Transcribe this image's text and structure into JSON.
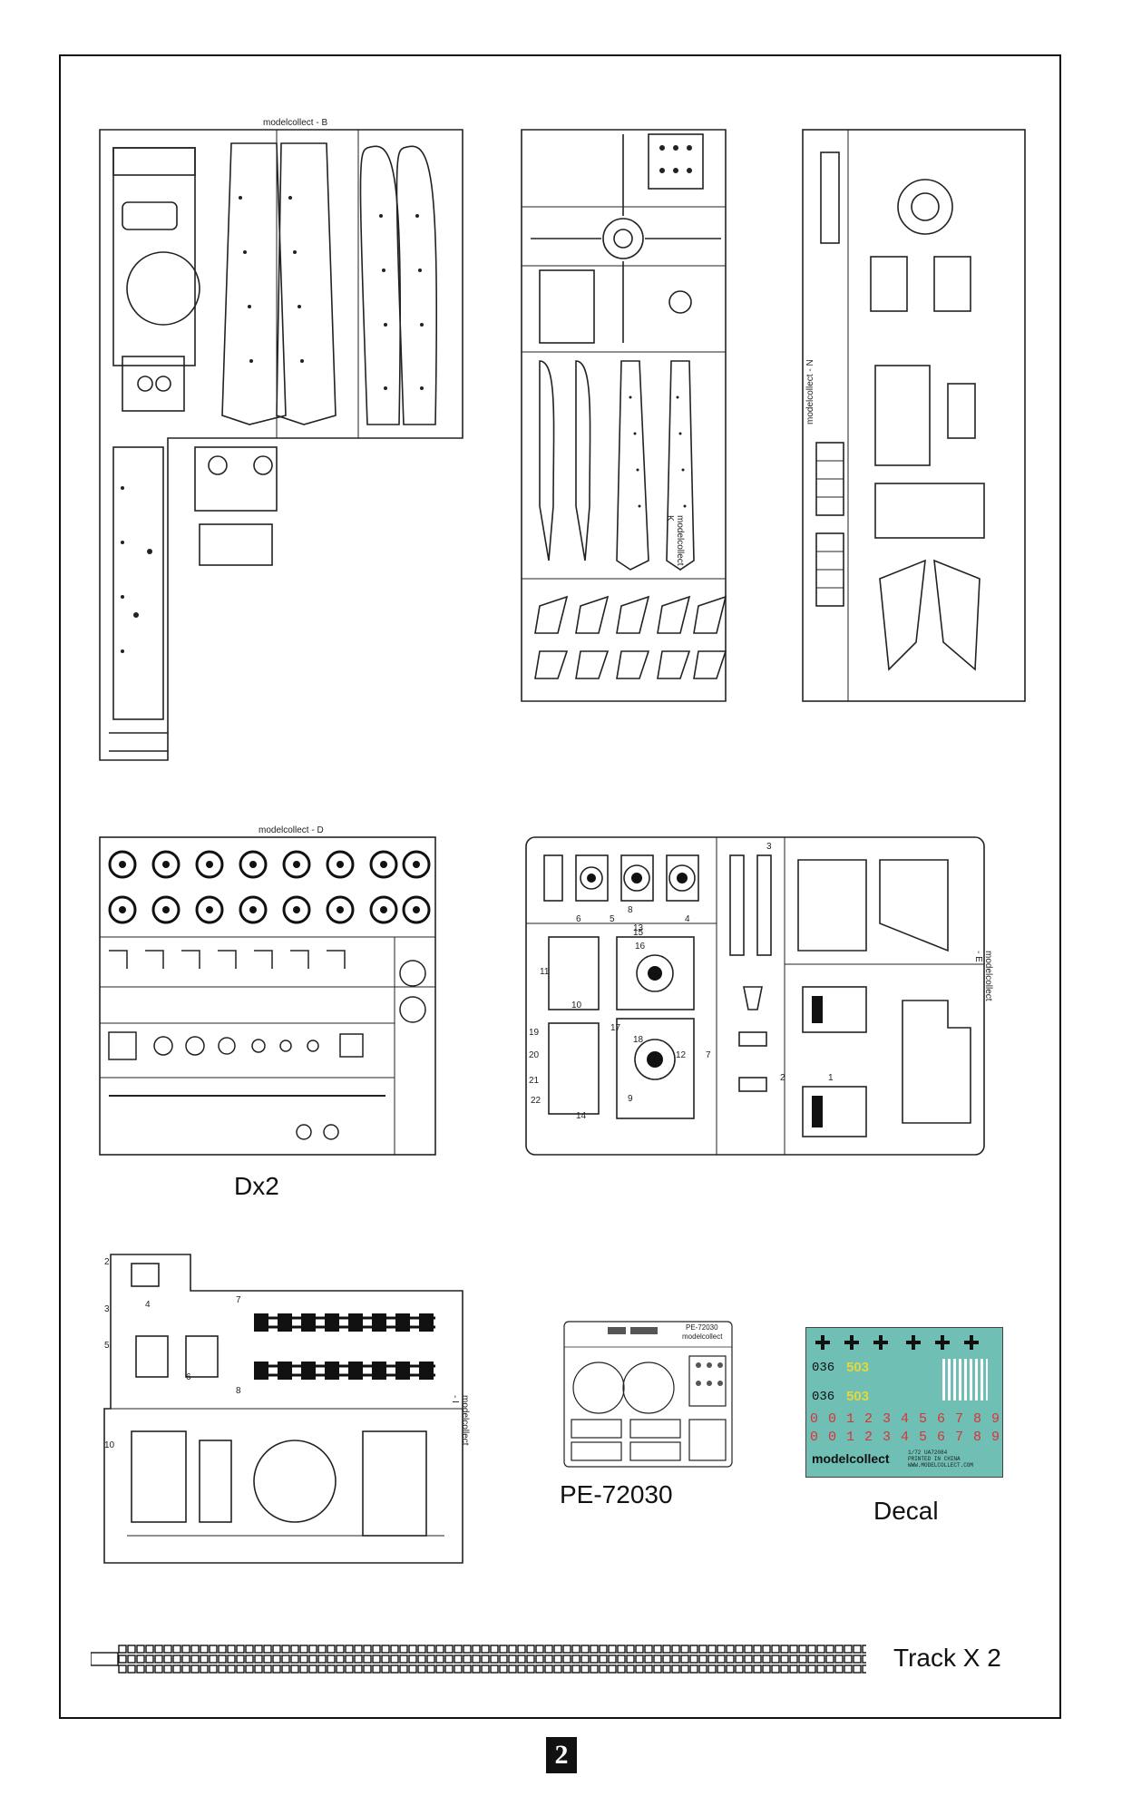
{
  "sprues": {
    "b": {
      "tag": "modelcollect - B"
    },
    "k": {
      "tag": "modelcollect - K"
    },
    "n": {
      "tag": "modelcollect - N"
    },
    "d": {
      "tag": "modelcollect - D",
      "label": "Dx2"
    },
    "e": {
      "tag": "modelcollect - E",
      "part_numbers": [
        "1",
        "2",
        "3",
        "4",
        "5",
        "6",
        "7",
        "8",
        "9",
        "10",
        "11",
        "12",
        "13",
        "14",
        "15",
        "16",
        "17",
        "18",
        "19",
        "20",
        "21",
        "22"
      ]
    },
    "i": {
      "tag": "modelcollect - I",
      "part_numbers": [
        "2",
        "3",
        "4",
        "5",
        "6",
        "7",
        "8",
        "10"
      ]
    }
  },
  "photoetch": {
    "label": "PE-72030",
    "header": "PE-72030",
    "brand": "modelcollect"
  },
  "decal": {
    "label": "Decal",
    "row1": "036",
    "row1_yellow": "503",
    "row2": "036",
    "row2_yellow": "503",
    "digits1": "0 0 1 2 3 4 5 6 7 8 9",
    "digits2": "0 0 1 2 3 4 5 6 7 8 9",
    "brand": "modelcollect",
    "fineprint": [
      "1/72 UA72084",
      "PRINTED IN CHINA",
      "WWW.MODELCOLLECT.COM"
    ]
  },
  "track": {
    "label": "Track X 2"
  },
  "page": {
    "number": "2"
  }
}
